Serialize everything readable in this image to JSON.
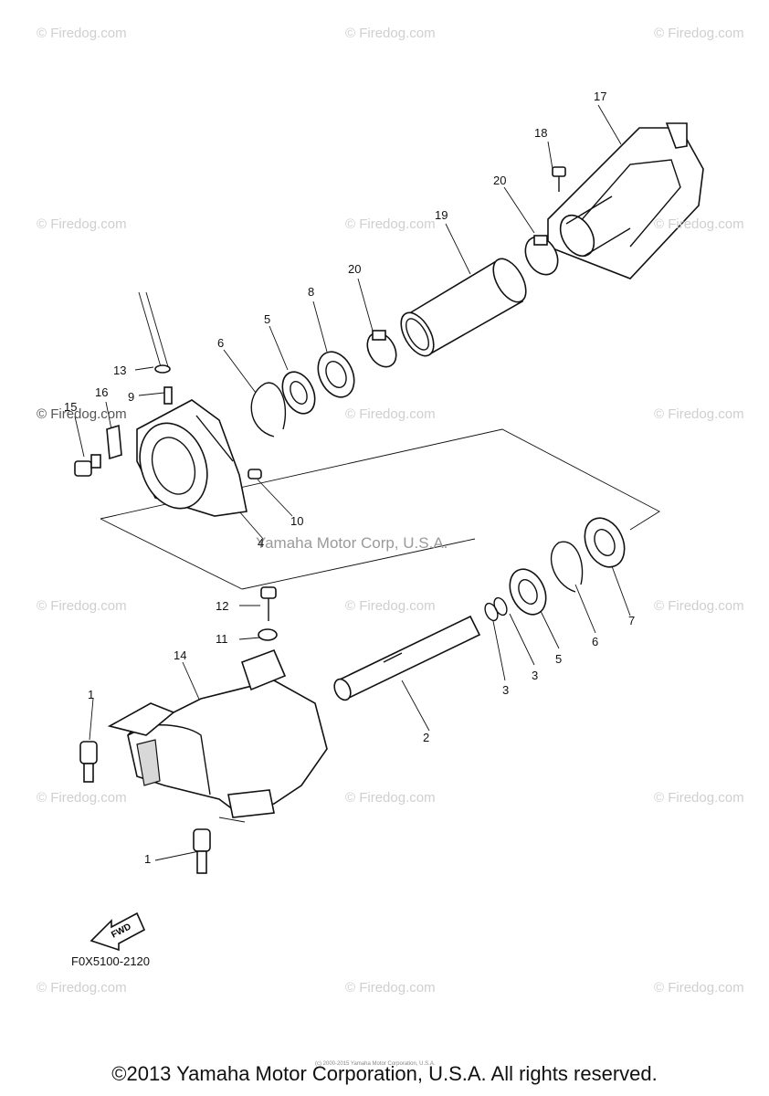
{
  "watermarks": [
    "© Firedog.com",
    "© Firedog.com",
    "© Firedog.com",
    "© Firedog.com",
    "© Firedog.com",
    "© Firedog.com",
    "© Firedog.com",
    "© Firedog.com",
    "© Firedog.com",
    "© Firedog.com",
    "© Firedog.com",
    "© Firedog.com",
    "© Firedog.com",
    "© Firedog.com",
    "© Firedog.com",
    "© Firedog.com",
    "© Firedog.com",
    "© Firedog.com"
  ],
  "center_watermark": "Yamaha Motor Corp, U.S.A.",
  "callouts": {
    "c17": "17",
    "c18": "18",
    "c20a": "20",
    "c19": "19",
    "c20b": "20",
    "c8": "8",
    "c5a": "5",
    "c6a": "6",
    "c13": "13",
    "c9": "9",
    "c16": "16",
    "c15": "15",
    "c10": "10",
    "c4": "4",
    "c12": "12",
    "c11": "11",
    "c14": "14",
    "c1a": "1",
    "c1b": "1",
    "c2": "2",
    "c3a": "3",
    "c3b": "3",
    "c5b": "5",
    "c6b": "6",
    "c7": "7"
  },
  "fwd_label": "FWD",
  "part_code": "F0X5100-2120",
  "fine_print": "(c) 2000-2015 Yamaha Motor Corporation, U.S.A.",
  "copyright": "©2013 Yamaha Motor Corporation, U.S.A. All rights reserved."
}
